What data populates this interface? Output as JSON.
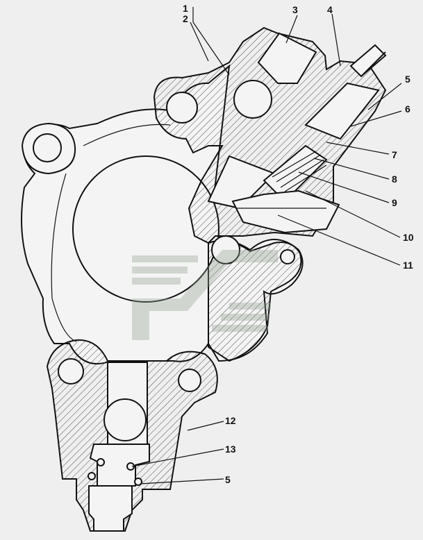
{
  "labels": {
    "l1": "1",
    "l2": "2",
    "l3": "3",
    "l4": "4",
    "l5a": "5",
    "l6": "6",
    "l7": "7",
    "l8": "8",
    "l9": "9",
    "l10": "10",
    "l11": "11",
    "l12": "12",
    "l13": "13",
    "l5b": "5"
  }
}
